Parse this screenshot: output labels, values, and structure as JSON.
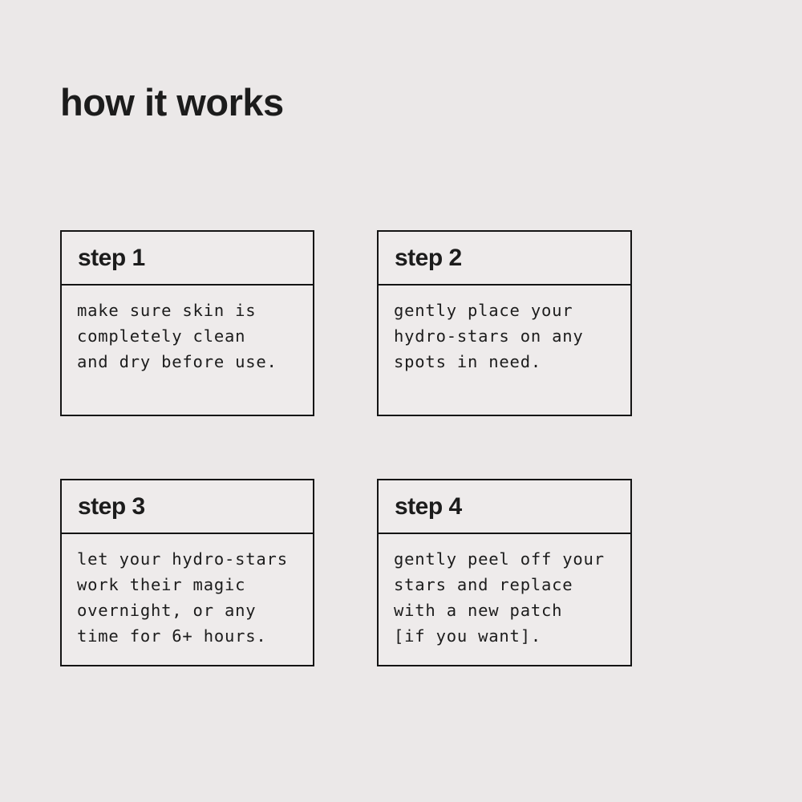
{
  "page": {
    "title": "how it works"
  },
  "colors": {
    "page_bg": "#ebe8e8",
    "card_bg": "#eeebeb",
    "border_color": "#141414",
    "text_color": "#1c1c1c"
  },
  "steps": [
    {
      "label": "step 1",
      "body": "make sure skin is\ncompletely clean\nand dry before use."
    },
    {
      "label": "step 2",
      "body": "gently place your\nhydro-stars on any\nspots in need."
    },
    {
      "label": "step 3",
      "body": "let your hydro-stars\nwork their magic\novernight, or any\ntime for 6+ hours."
    },
    {
      "label": "step 4",
      "body": "gently peel off your\nstars and replace\nwith a new patch\n[if you want]."
    }
  ]
}
